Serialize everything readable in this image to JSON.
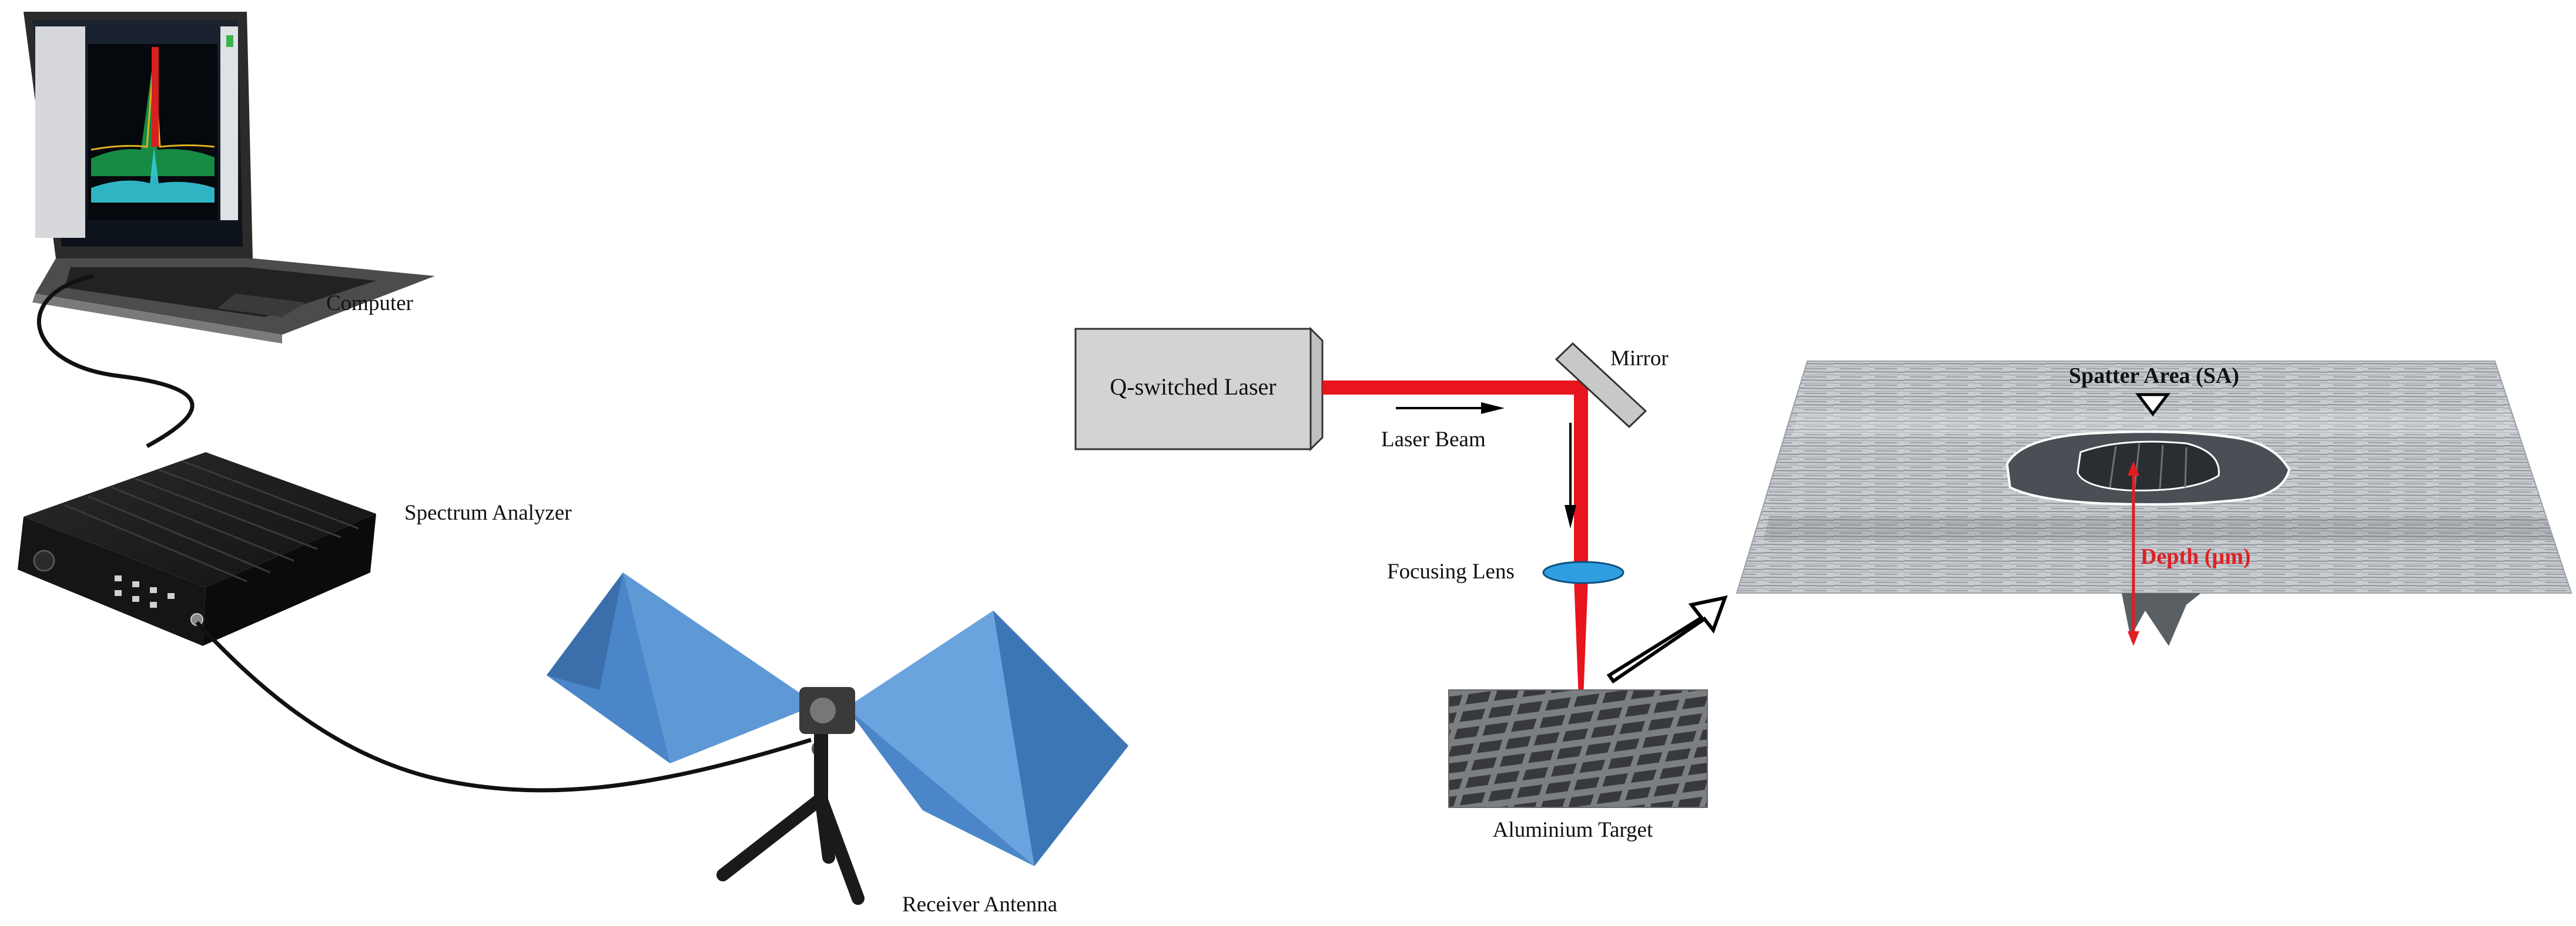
{
  "labels": {
    "computer": "Computer",
    "spectrum_analyzer": "Spectrum Analyzer",
    "receiver_antenna": "Receiver Antenna",
    "laser": "Q-switched Laser",
    "mirror": "Mirror",
    "laser_beam": "Laser Beam",
    "focusing_lens": "Focusing Lens",
    "aluminium_target": "Aluminium Target",
    "spatter_area": "Spatter Area (SA)",
    "depth": "Depth (µm)"
  },
  "colors": {
    "laser_beam": "#e8141e",
    "antenna": "#4a86c8",
    "lens": "#2e9ee0",
    "laser_box": "#d2d4d4",
    "depth_label": "#e01e24"
  }
}
